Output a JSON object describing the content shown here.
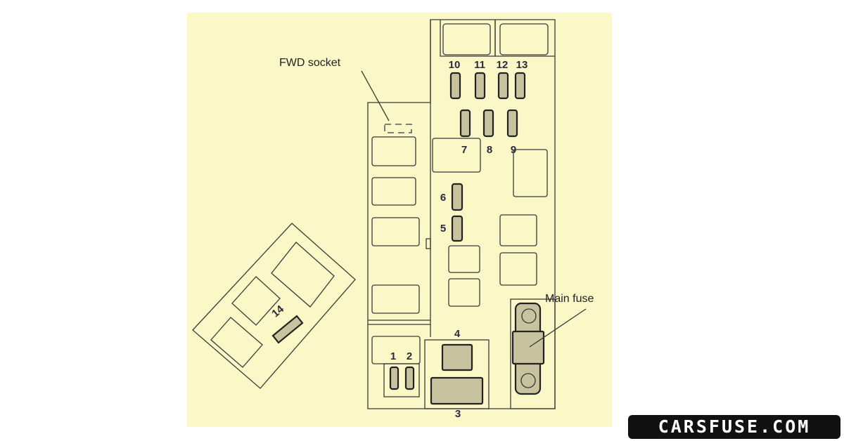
{
  "diagram": {
    "labels": {
      "fwd_socket": "FWD socket",
      "main_fuse": "Main fuse"
    },
    "fuse_numbers": [
      "1",
      "2",
      "3",
      "4",
      "5",
      "6",
      "7",
      "8",
      "9",
      "10",
      "11",
      "12",
      "13",
      "14"
    ],
    "colors": {
      "background": "#fbf7c6",
      "fuse_fill": "#c8c29f",
      "line": "#3a3a3a"
    }
  },
  "watermark": {
    "logo_text": "CARSFUSE.COM"
  }
}
